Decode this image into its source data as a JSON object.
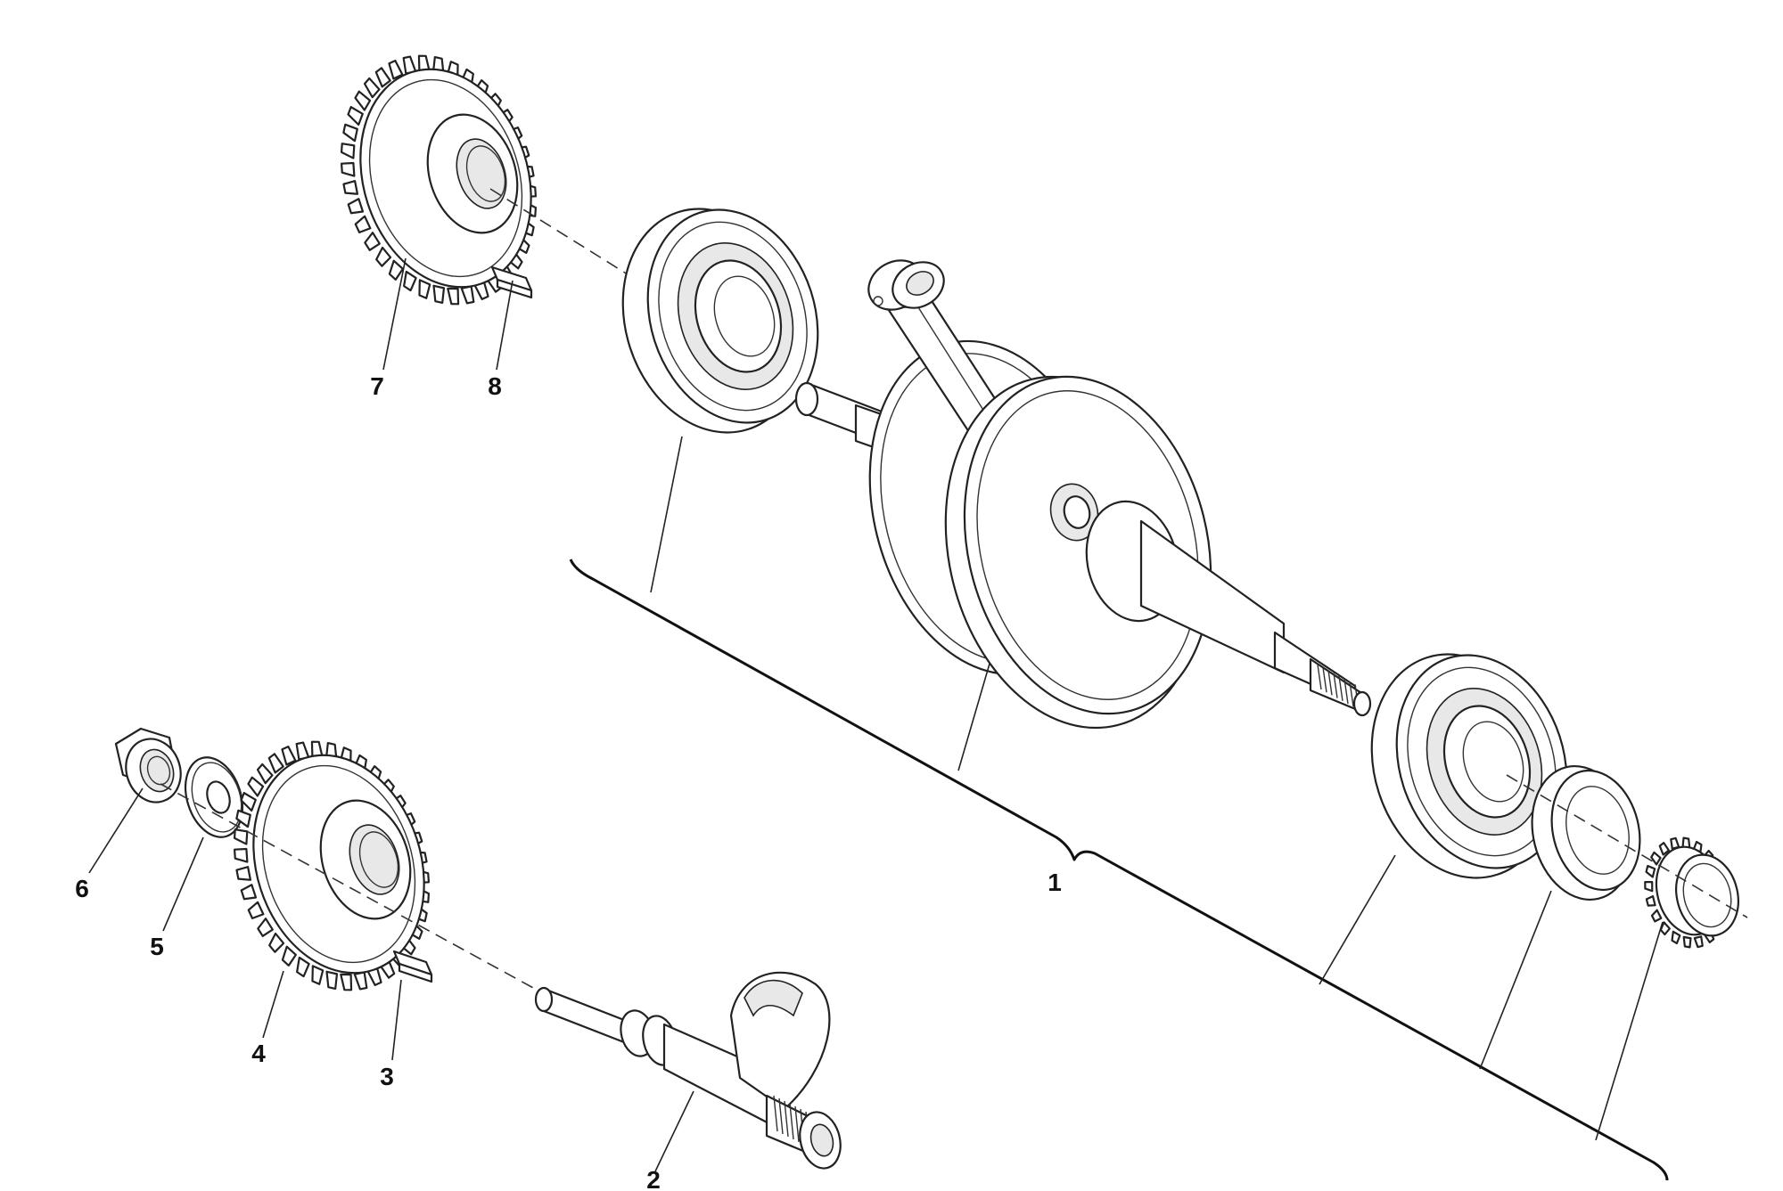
{
  "diagram": {
    "callouts": [
      {
        "id": "1",
        "text": "1"
      },
      {
        "id": "2",
        "text": "2"
      },
      {
        "id": "3",
        "text": "3"
      },
      {
        "id": "4",
        "text": "4"
      },
      {
        "id": "5",
        "text": "5"
      },
      {
        "id": "6",
        "text": "6"
      },
      {
        "id": "7",
        "text": "7"
      },
      {
        "id": "8",
        "text": "8"
      }
    ],
    "line_color": "#222222",
    "background": "#ffffff"
  }
}
